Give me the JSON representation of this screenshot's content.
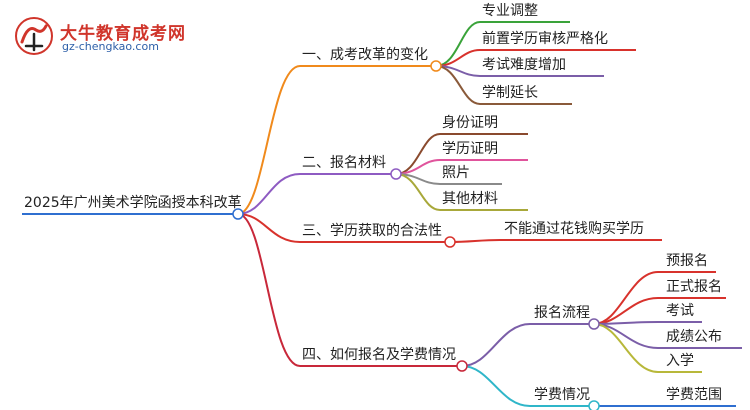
{
  "logo": {
    "title": "大牛教育成考网",
    "url": "gz-chengkao.com"
  },
  "mindmap": {
    "root": "2025年广州美术学院函授本科改革",
    "branches": [
      {
        "label": "一、成考改革的变化",
        "color": "#f08a1c",
        "children": [
          {
            "label": "专业调整",
            "color": "#3aa33a"
          },
          {
            "label": "前置学历审核严格化",
            "color": "#d8322c"
          },
          {
            "label": "考试难度增加",
            "color": "#7b5ea8"
          },
          {
            "label": "学制延长",
            "color": "#8a5a3a"
          }
        ]
      },
      {
        "label": "二、报名材料",
        "color": "#8e5bc2",
        "children": [
          {
            "label": "身份证明",
            "color": "#8a4a2e"
          },
          {
            "label": "学历证明",
            "color": "#e0549c"
          },
          {
            "label": "照片",
            "color": "#8a8a8a"
          },
          {
            "label": "其他材料",
            "color": "#a8a83a"
          }
        ]
      },
      {
        "label": "三、学历获取的合法性",
        "color": "#d8322c",
        "children": [
          {
            "label": "不能通过花钱购买学历",
            "color": "#d8322c"
          }
        ]
      },
      {
        "label": "四、如何报名及学费情况",
        "color": "#c8283a",
        "children": [
          {
            "label": "报名流程",
            "color": "#7b5ea8",
            "children": [
              {
                "label": "预报名",
                "color": "#d8322c"
              },
              {
                "label": "正式报名",
                "color": "#d8322c"
              },
              {
                "label": "考试",
                "color": "#7b5ea8"
              },
              {
                "label": "成绩公布",
                "color": "#7b5ea8"
              },
              {
                "label": "入学",
                "color": "#b8b83a"
              }
            ]
          },
          {
            "label": "学费情况",
            "color": "#2fb6c9",
            "children": [
              {
                "label": "学费范围",
                "color": "#2f6fd0"
              }
            ]
          }
        ]
      }
    ]
  }
}
